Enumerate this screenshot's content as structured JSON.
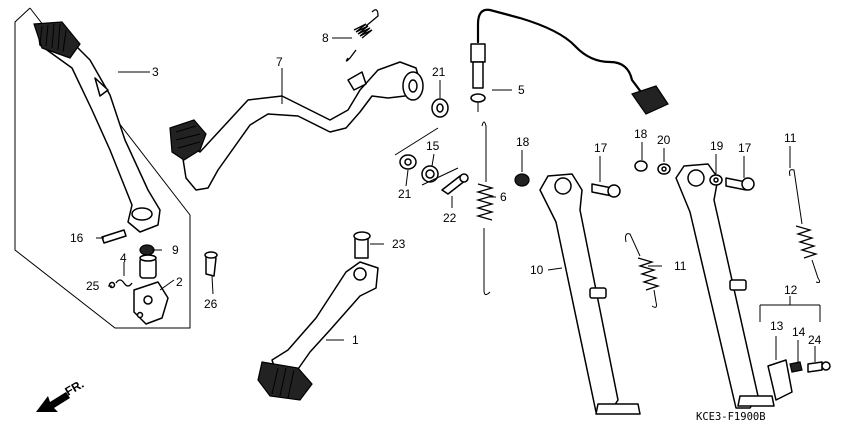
{
  "diagram": {
    "drawing_code": "KCE3-F1900B",
    "front_marker": "FR.",
    "callouts": [
      "1",
      "2",
      "3",
      "4",
      "5",
      "6",
      "7",
      "8",
      "9",
      "10",
      "11",
      "12",
      "13",
      "14",
      "15",
      "16",
      "17",
      "18",
      "19",
      "20",
      "21",
      "22",
      "23",
      "24",
      "25",
      "26"
    ]
  },
  "colors": {
    "ink": "#000000",
    "paper": "#ffffff",
    "rubber": "#222222"
  }
}
